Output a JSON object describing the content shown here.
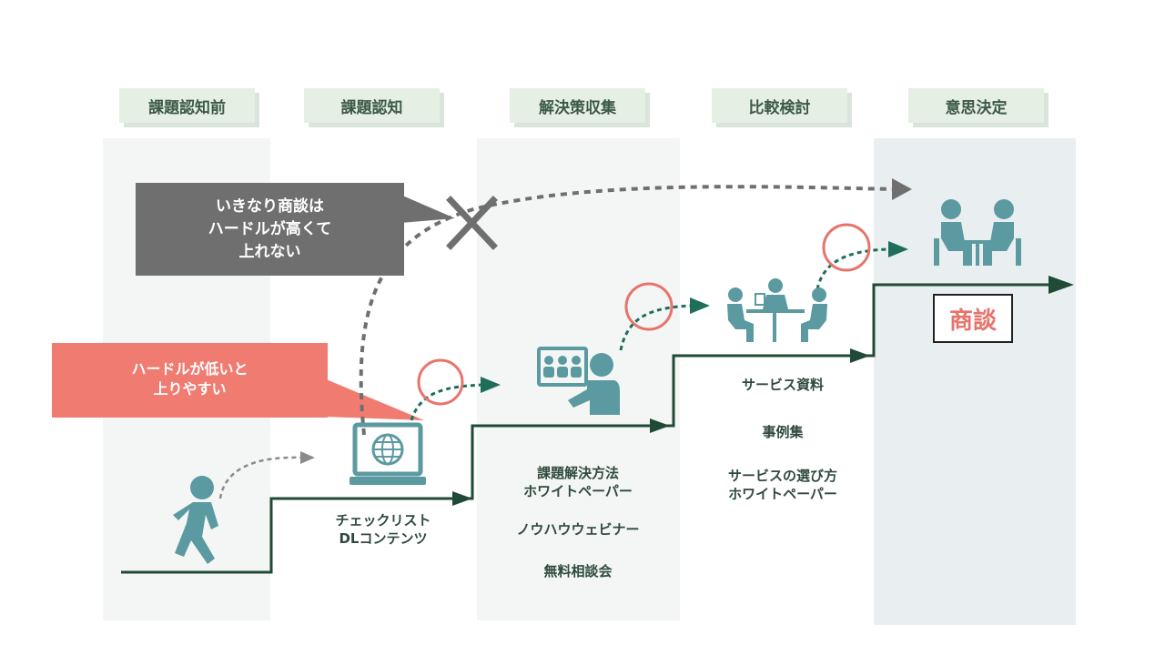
{
  "stages": [
    "課題認知前",
    "課題認知",
    "解決策収集",
    "比較検討",
    "意思決定"
  ],
  "callouts": {
    "high_hurdle": [
      "いきなり商談は",
      "ハードルが高くて",
      "上れない"
    ],
    "low_hurdle": [
      "ハードルが低いと",
      "上りやすい"
    ]
  },
  "contents": {
    "awareness": [
      "チェックリスト",
      "DLコンテンツ"
    ],
    "solution": [
      "課題解決方法",
      "ホワイトペーパー",
      "",
      "ノウハウウェビナー",
      "",
      "無料相談会"
    ],
    "comparison": [
      "サービス資料",
      "",
      "事例集",
      "",
      "サービスの選び方",
      "ホワイトペーパー"
    ]
  },
  "deal_label": "商談",
  "colors": {
    "accent": "#e8736c",
    "dark_green": "#1f4a36",
    "teal": "#5b9aa0",
    "gray": "#6f6f6f"
  }
}
